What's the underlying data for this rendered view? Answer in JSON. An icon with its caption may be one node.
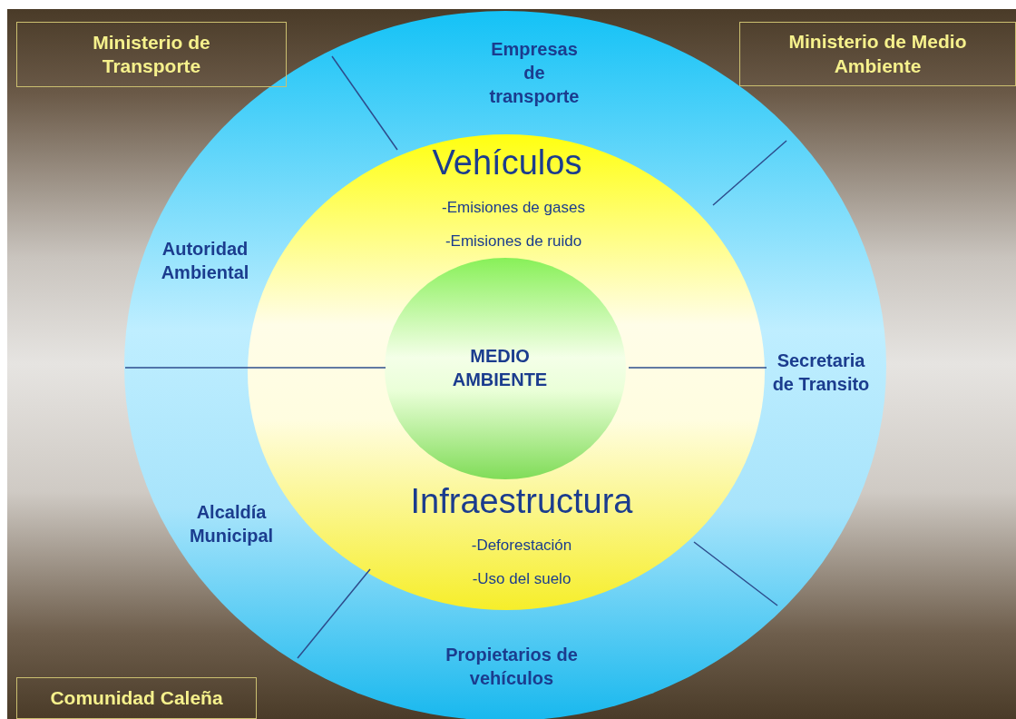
{
  "diagram": {
    "nodes": [
      {
        "text": [
          "Ministerio de Transporte"
        ]
      },
      {
        "text": [
          "Ministerio de Medio Ambiente"
        ]
      },
      {
        "text": [
          "Empresas de transporte",
          "Autoridad Ambiental",
          "Secretaria de Transito",
          "Alcaldía Municipal",
          "Propietarios de vehículos"
        ]
      },
      {
        "text": [
          "Vehículos",
          "-Emisiones de gases",
          "-Emisiones de ruido",
          "Infraestructura",
          "-Deforestación",
          "-Uso del suelo"
        ],
        "in": 2
      },
      {
        "text": [
          "MEDIO AMBIENTE"
        ],
        "in": 3
      },
      {
        "text": [
          "Comunidad Caleña"
        ]
      }
    ]
  }
}
